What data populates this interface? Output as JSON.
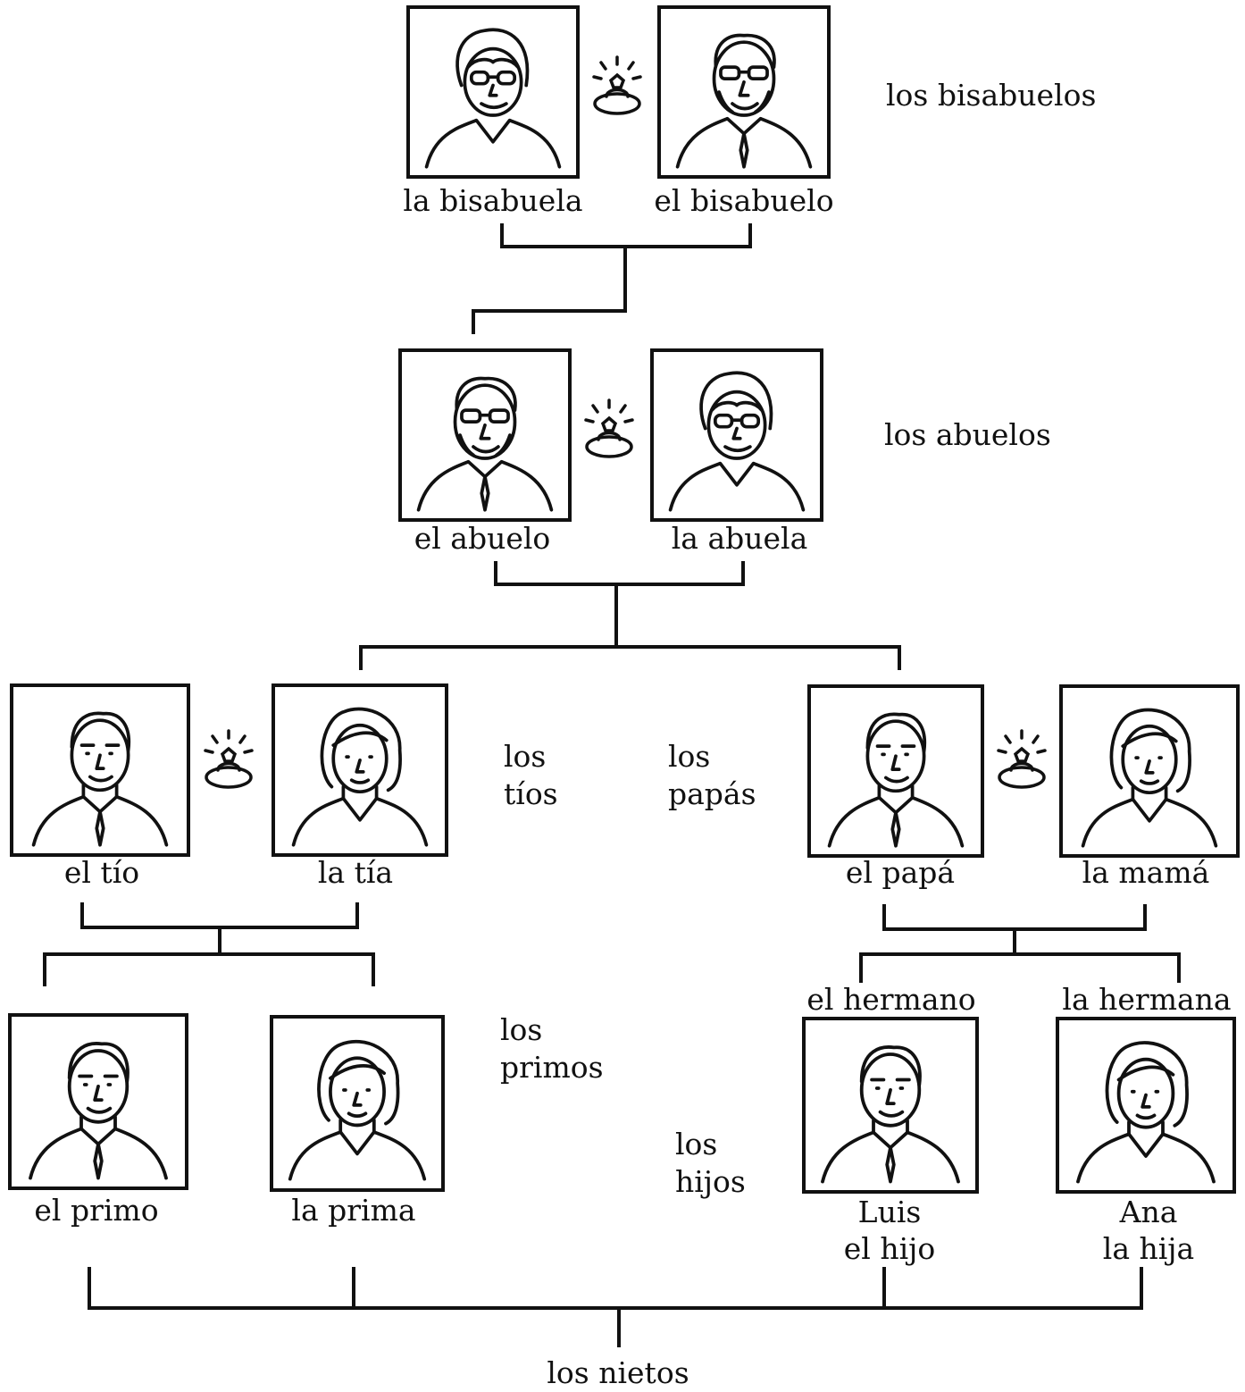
{
  "generations": {
    "great_grandparents": "los bisabuelos",
    "grandparents": "los abuelos",
    "aunt_uncle_line1": "los",
    "aunt_uncle_line2": "tíos",
    "parents_line1": "los",
    "parents_line2": "papás",
    "cousins_line1": "los",
    "cousins_line2": "primos",
    "children_line1": "los",
    "children_line2": "hijos",
    "grandchildren": "los nietos"
  },
  "people": {
    "great_grandmother": "la bisabuela",
    "great_grandfather": "el bisabuelo",
    "grandfather": "el abuelo",
    "grandmother": "la abuela",
    "uncle": "el tío",
    "aunt": "la tía",
    "father": "el papá",
    "mother": "la mamá",
    "cousin_m": "el primo",
    "cousin_f": "la prima",
    "brother_role": "el hermano",
    "sister_role": "la hermana",
    "son_name": "Luis",
    "son_role": "el hijo",
    "daughter_name": "Ana",
    "daughter_role": "la hija"
  },
  "icons": {
    "marriage": "wedding-ring-icon"
  },
  "colors": {
    "ink": "#111111",
    "paper": "#ffffff"
  }
}
